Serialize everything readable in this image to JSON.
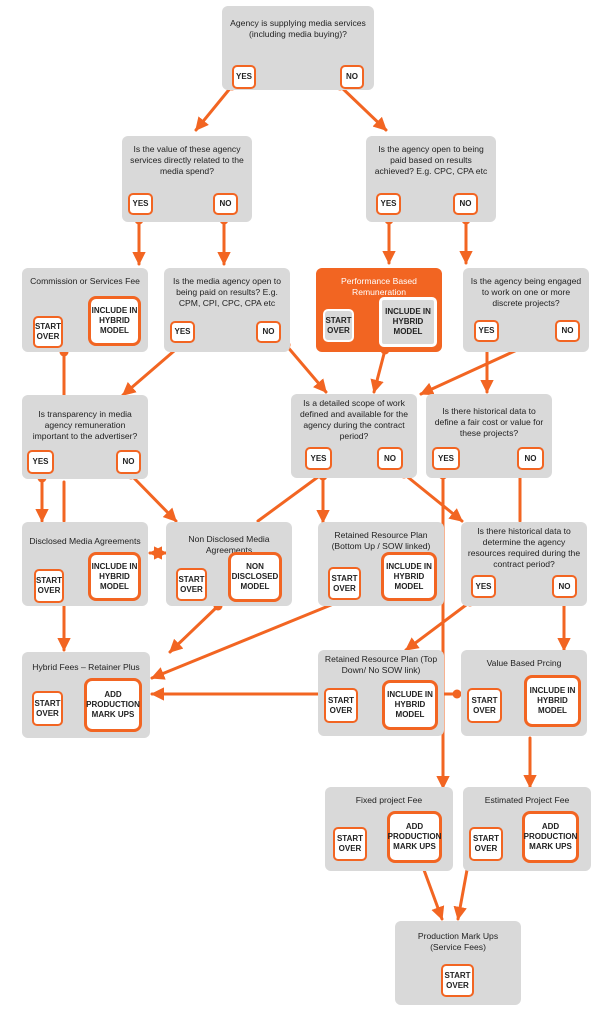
{
  "labels": {
    "yes": "YES",
    "no": "NO",
    "start_over": "START OVER",
    "include_hybrid": "INCLUDE IN HYBRID MODEL",
    "add_production": "ADD PRODUCTION MARK UPS",
    "non_disclosed_model": "NON DISCLOSED MODEL"
  },
  "nodes": {
    "q_supplying": "Agency is supplying media services (including media buying)?",
    "q_value_related": "Is the value of these agency services directly related to the media spend?",
    "q_results_open": "Is the agency open to being paid based on results achieved? E.g. CPC, CPA etc",
    "commission": "Commission or Services Fee",
    "q_media_results": "Is the media agency open to being paid on results? E.g. CPM, CPI, CPC, CPA etc",
    "performance": "Performance Based Remuneration",
    "q_discrete": "Is the agency being engaged to work on one or more discrete projects?",
    "q_transparency": "Is transparency in media agency remuneration important to the advertiser?",
    "q_scope": "Is a detailed scope of work defined and available for the agency during the contract period?",
    "q_hist_projects": "Is there historical data to define a fair cost or value for these projects?",
    "disclosed": "Disclosed Media Agreements",
    "non_disclosed": "Non Disclosed Media Agreements",
    "retained_bottom": "Retained Resource Plan (Bottom Up / SOW linked)",
    "q_hist_resources": "Is there historical data to determine the agency resources required during the contract period?",
    "hybrid": "Hybrid Fees – Retainer Plus",
    "retained_top": "Retained Resource Plan (Top Down/ No SOW link)",
    "value_based": "Value Based Prcing",
    "fixed_project": "Fixed project Fee",
    "estimated_project": "Estimated Project Fee",
    "production": "Production Mark Ups (Service Fees)"
  },
  "colors": {
    "accent": "#f26522",
    "box": "#d9d9d9",
    "button": "#ffffff"
  }
}
